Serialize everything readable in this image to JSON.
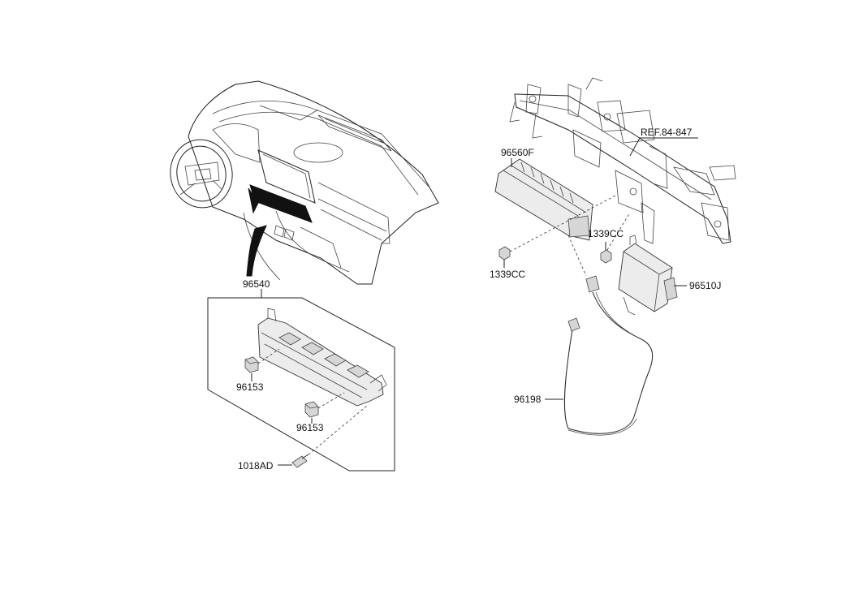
{
  "labels": {
    "assembly_96540": "96540",
    "knob_96153_a": "96153",
    "knob_96153_b": "96153",
    "screw_1018AD": "1018AD",
    "unit_96560F": "96560F",
    "nut_1339CC_left": "1339CC",
    "nut_1339CC_right": "1339CC",
    "ref_frame": "REF.84-847",
    "module_96510J": "96510J",
    "cable_96198": "96198"
  },
  "colors": {
    "line": "#222222",
    "part_fill": "#ececec",
    "highlight": "#111111"
  }
}
